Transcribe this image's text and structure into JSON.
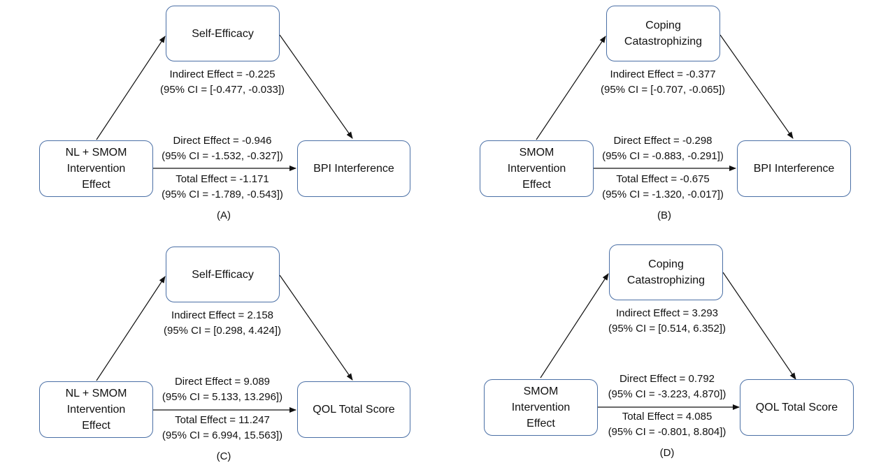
{
  "panels": [
    {
      "label": "(A)",
      "predictor": "NL + SMOM\nIntervention\nEffect",
      "mediator": "Self-Efficacy",
      "outcome": "BPI Interference",
      "indirect": "Indirect Effect = -0.225",
      "indirect_ci": "(95% CI = [-0.477, -0.033])",
      "direct": "Direct Effect = -0.946",
      "direct_ci": "(95% CI = -1.532, -0.327])",
      "total": "Total Effect = -1.171",
      "total_ci": "(95% CI = -1.789, -0.543])"
    },
    {
      "label": "(B)",
      "predictor": "SMOM\nIntervention\nEffect",
      "mediator": "Coping\nCatastrophizing",
      "outcome": "BPI Interference",
      "indirect": "Indirect Effect = -0.377",
      "indirect_ci": "(95% CI = [-0.707, -0.065])",
      "direct": "Direct Effect = -0.298",
      "direct_ci": "(95% CI = -0.883, -0.291])",
      "total": "Total Effect = -0.675",
      "total_ci": "(95% CI = -1.320, -0.017])"
    },
    {
      "label": "(C)",
      "predictor": "NL + SMOM\nIntervention\nEffect",
      "mediator": "Self-Efficacy",
      "outcome": "QOL Total Score",
      "indirect": "Indirect Effect = 2.158",
      "indirect_ci": "(95% CI = [0.298, 4.424])",
      "direct": "Direct Effect = 9.089",
      "direct_ci": "(95% CI = 5.133, 13.296])",
      "total": "Total Effect = 11.247",
      "total_ci": "(95% CI = 6.994, 15.563])"
    },
    {
      "label": "(D)",
      "predictor": "SMOM\nIntervention\nEffect",
      "mediator": "Coping\nCatastrophizing",
      "outcome": "QOL Total Score",
      "indirect": "Indirect Effect = 3.293",
      "indirect_ci": "(95% CI = [0.514, 6.352])",
      "direct": "Direct Effect = 0.792",
      "direct_ci": "(95% CI = -3.223, 4.870])",
      "total": "Total Effect = 4.085",
      "total_ci": "(95% CI = -0.801, 8.804])"
    }
  ],
  "colors": {
    "box_border": "#4a6fa5",
    "arrow": "#111111"
  }
}
